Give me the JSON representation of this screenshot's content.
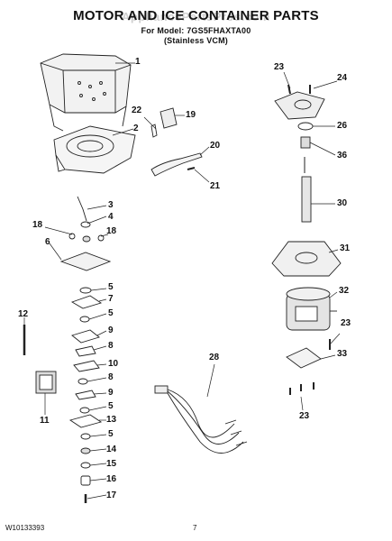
{
  "header": {
    "title": "MOTOR AND ICE CONTAINER PARTS",
    "model": "For Model: 7GS5FHAXTA00",
    "variant": "(Stainless VCM)",
    "watermark": "AppliancePartsPros.com"
  },
  "callouts": {
    "c1": "1",
    "c2": "2",
    "c3": "3",
    "c4": "4",
    "c5a": "5",
    "c5b": "5",
    "c5c": "5",
    "c5d": "5",
    "c6": "6",
    "c7": "7",
    "c8a": "8",
    "c8b": "8",
    "c9a": "9",
    "c9b": "9",
    "c10": "10",
    "c11": "11",
    "c12": "12",
    "c13": "13",
    "c14": "14",
    "c15": "15",
    "c16": "16",
    "c17": "17",
    "c18a": "18",
    "c18b": "18",
    "c19": "19",
    "c20": "20",
    "c21": "21",
    "c22": "22",
    "c23a": "23",
    "c23b": "23",
    "c23c": "23",
    "c24": "24",
    "c26": "26",
    "c28": "28",
    "c30": "30",
    "c31": "31",
    "c32": "32",
    "c33": "33",
    "c36": "36"
  },
  "footer": {
    "doc_number": "W10133393",
    "page_number": "7"
  }
}
